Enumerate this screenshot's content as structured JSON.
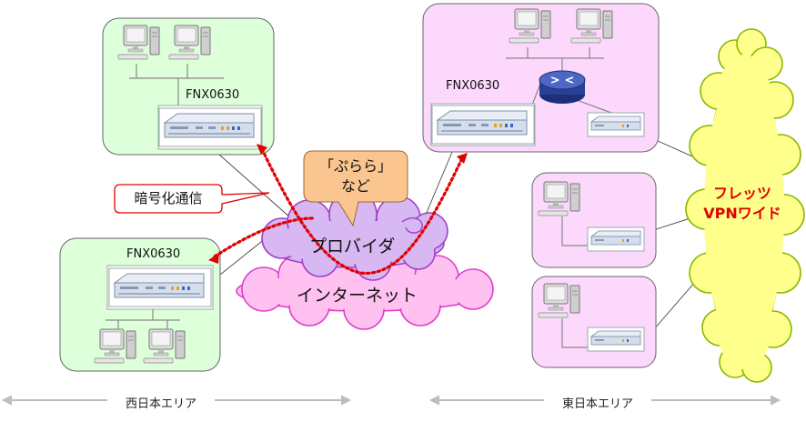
{
  "devices": {
    "west_upper_router": "FNX0630",
    "west_lower_router": "FNX0630",
    "east_main_router": "FNX0630"
  },
  "callouts": {
    "provider_example_line1": "「ぷらら」",
    "provider_example_line2": "など",
    "encryption": "暗号化通信"
  },
  "clouds": {
    "provider": "プロバイダ",
    "internet": "インターネット",
    "flets_line1": "フレッツ",
    "flets_line2": "VPNワイド"
  },
  "areas": {
    "west": "西日本エリア",
    "east": "東日本エリア"
  },
  "colors": {
    "west_area_fill": "#ddffd9",
    "east_area_fill": "#fcd9fc",
    "provider_cloud": "#d7b8f2",
    "internet_cloud": "#ffc2f0",
    "flets_cloud": "#ffff8c",
    "encrypted_link": "#e00000",
    "callout_orange": "#fbc58f"
  }
}
